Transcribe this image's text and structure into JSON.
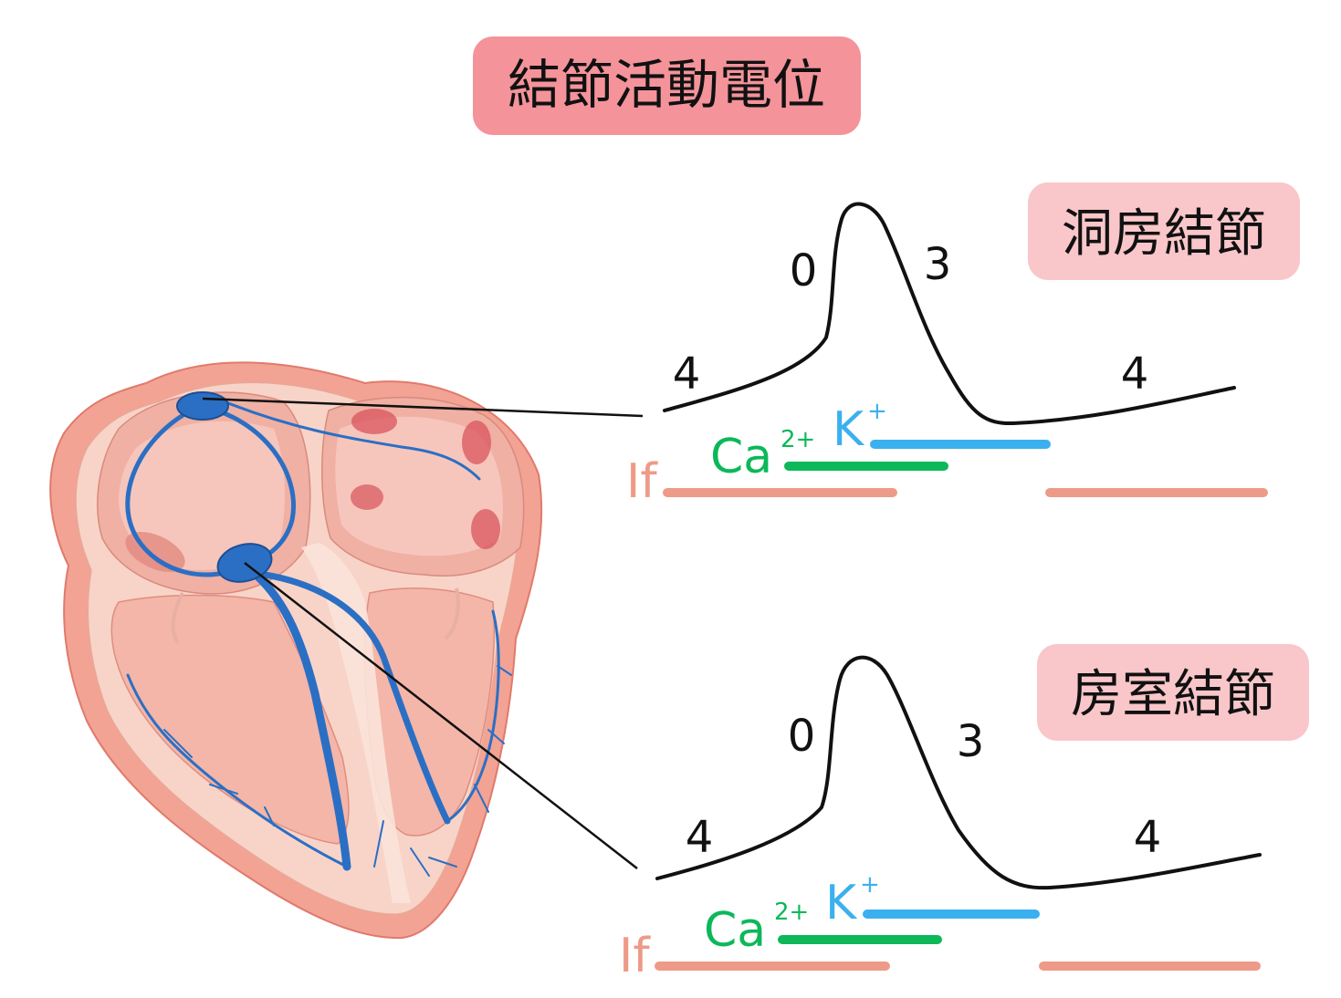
{
  "title": "結節活動電位",
  "sa_node": {
    "label": "洞房結節",
    "phase_0": "0",
    "phase_3": "3",
    "phase_4_left": "4",
    "phase_4_right": "4",
    "current_if": "If",
    "current_ca": "Ca",
    "current_ca_charge": "2+",
    "current_k": "K",
    "current_k_charge": "+"
  },
  "av_node": {
    "label": "房室結節",
    "phase_0": "0",
    "phase_3": "3",
    "phase_4_left": "4",
    "phase_4_right": "4",
    "current_if": "If",
    "current_ca": "Ca",
    "current_ca_charge": "2+",
    "current_k": "K",
    "current_k_charge": "+"
  },
  "colors": {
    "title_badge": "#f4939a",
    "node_badge": "#f9c6ca",
    "trace": "#111111",
    "if_current": "#ee9a88",
    "ca_current": "#0cb859",
    "k_current": "#3bb0ee",
    "heart_outer": "#f2a394",
    "heart_inner": "#f8d4c8",
    "conduction": "#2b6fc4"
  },
  "icons": [
    "heart-illustration-icon",
    "sa-node-icon",
    "av-node-icon"
  ]
}
